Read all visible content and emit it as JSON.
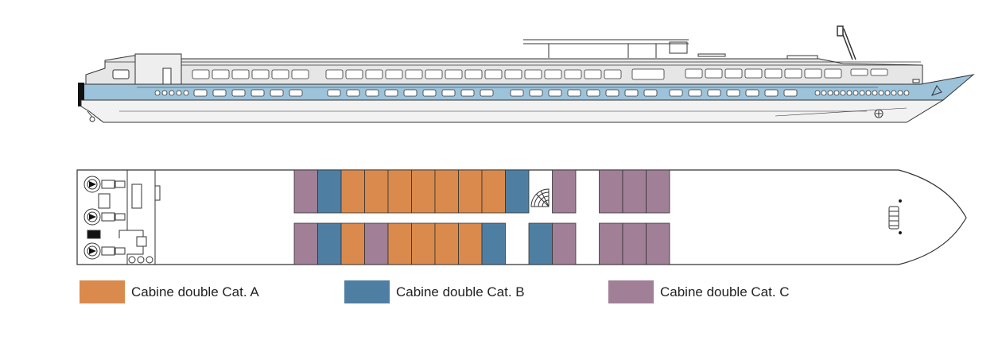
{
  "colors": {
    "cat_a": "#D98A4C",
    "cat_b": "#4E7FA3",
    "cat_c": "#A07F97",
    "hull_stripe": "#9DC3DA",
    "outline": "#333333",
    "superstructure": "#E6E6E6"
  },
  "legend": [
    {
      "key": "cat_a",
      "label": "Cabine double Cat. A"
    },
    {
      "key": "cat_b",
      "label": "Cabine double Cat. B"
    },
    {
      "key": "cat_c",
      "label": "Cabine double Cat. C"
    }
  ],
  "deck": {
    "top_row": [
      "C",
      "B",
      "A",
      "A",
      "A",
      "A",
      "A",
      "A",
      "A",
      "B",
      "-",
      "C",
      "-",
      "C",
      "C",
      "C"
    ],
    "bottom_row": [
      "C",
      "B",
      "A",
      "C",
      "A",
      "A",
      "A",
      "A",
      "B",
      "-",
      "B",
      "C",
      "-",
      "C",
      "C",
      "C"
    ]
  },
  "icons": {
    "propeller": "propeller-icon",
    "staircase": "staircase-icon",
    "anchor": "anchor-icon",
    "wheelhouse": "wheelhouse-icon"
  }
}
